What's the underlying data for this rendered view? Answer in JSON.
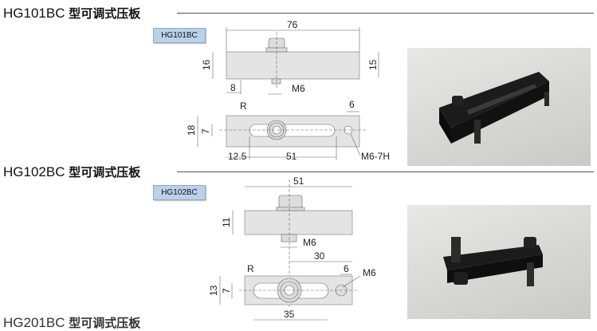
{
  "sections": [
    {
      "model": "HG101BC",
      "title": "型可调式压板",
      "tag": "HG101BC",
      "dims": {
        "length": "76",
        "height_left": "16",
        "height_right": "15",
        "step": "8",
        "thread_side": "M6",
        "radius": "R",
        "hole_offset": "6",
        "width": "18",
        "slot_width": "7",
        "slot_start": "12.5",
        "slot_length": "51",
        "hole_thread": "M6-7H"
      }
    },
    {
      "model": "HG102BC",
      "title": "型可调式压板",
      "tag": "HG102BC",
      "dims": {
        "length": "51",
        "height": "11",
        "thread_side": "M6",
        "center_to_hole": "30",
        "radius": "R",
        "hole_offset": "6",
        "hole_thread": "M6",
        "width": "13",
        "slot_width": "7",
        "slot_length": "35"
      }
    },
    {
      "model": "HG201BC",
      "title": "型可调式压板"
    }
  ]
}
